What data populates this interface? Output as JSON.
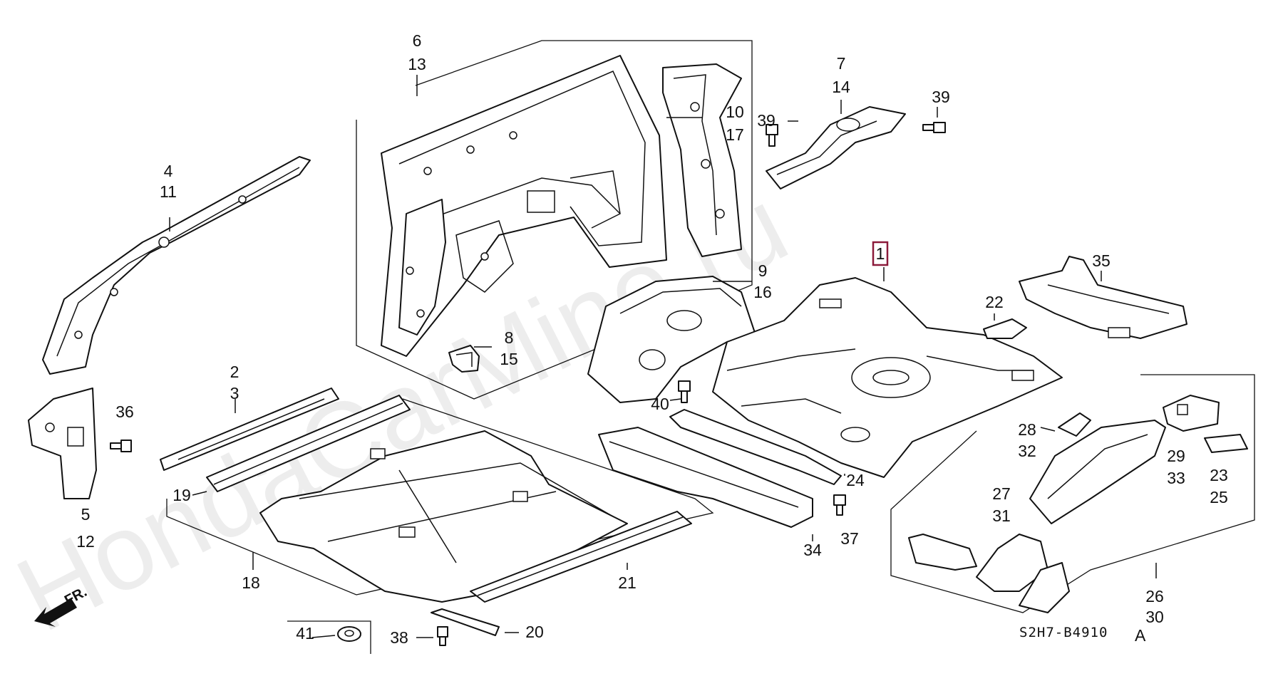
{
  "watermark": "HondaCarMine.ru",
  "diagram_code": "S2H7-B4910",
  "diagram_suffix": "A",
  "front_arrow": "FR.",
  "highlight_color": "#8b1a3a",
  "callouts": {
    "c1": "1",
    "c2": "2",
    "c3": "3",
    "c4": "4",
    "c5": "5",
    "c6": "6",
    "c7": "7",
    "c8": "8",
    "c9": "9",
    "c10": "10",
    "c11": "11",
    "c12": "12",
    "c13": "13",
    "c14": "14",
    "c15": "15",
    "c16": "16",
    "c17": "17",
    "c18": "18",
    "c19": "19",
    "c20": "20",
    "c21": "21",
    "c22": "22",
    "c23": "23",
    "c24": "24",
    "c25": "25",
    "c26": "26",
    "c27": "27",
    "c28": "28",
    "c29": "29",
    "c30": "30",
    "c31": "31",
    "c32": "32",
    "c33": "33",
    "c34": "34",
    "c35": "35",
    "c36": "36",
    "c37": "37",
    "c38": "38",
    "c39a": "39",
    "c39b": "39",
    "c40": "40",
    "c41": "41"
  }
}
